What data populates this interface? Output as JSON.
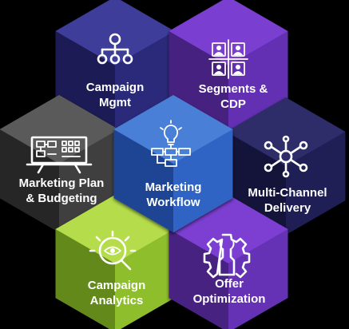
{
  "hexagons": [
    {
      "key": "campaign-mgmt",
      "lines": [
        "Campaign",
        "Mgmt"
      ],
      "icon": "hierarchy-icon",
      "colors": {
        "light": "#3e3d9a",
        "mid": "#2b2a7a",
        "dark": "#1c1b55"
      }
    },
    {
      "key": "segments-cdp",
      "lines": [
        "Segments &",
        "CDP"
      ],
      "icon": "user-grid-icon",
      "colors": {
        "light": "#7a3fd0",
        "mid": "#6330b3",
        "dark": "#47217f"
      }
    },
    {
      "key": "marketing-plan",
      "lines": [
        "Marketing Plan",
        "& Budgeting"
      ],
      "icon": "whiteboard-plan-icon",
      "colors": {
        "light": "#5a5a5a",
        "mid": "#3f3f3f",
        "dark": "#262626"
      }
    },
    {
      "key": "marketing-workflow",
      "lines": [
        "Marketing",
        "Workflow"
      ],
      "icon": "workflow-bulb-icon",
      "colors": {
        "light": "#4a7fd8",
        "mid": "#2f64c4",
        "dark": "#1d4594"
      }
    },
    {
      "key": "multi-channel",
      "lines": [
        "Multi-Channel",
        "Delivery"
      ],
      "icon": "network-hub-icon",
      "colors": {
        "light": "#2e2d6a",
        "mid": "#1f1e55",
        "dark": "#14133a"
      }
    },
    {
      "key": "campaign-analytics",
      "lines": [
        "Campaign",
        "Analytics"
      ],
      "icon": "eye-search-icon",
      "colors": {
        "light": "#b5dc4a",
        "mid": "#8fbe2c",
        "dark": "#64891b"
      }
    },
    {
      "key": "offer-optimization",
      "lines": [
        "Offer",
        "Optimization"
      ],
      "icon": "gear-wrench-icon",
      "colors": {
        "light": "#7c3fd2",
        "mid": "#6531b5",
        "dark": "#482281"
      }
    }
  ]
}
